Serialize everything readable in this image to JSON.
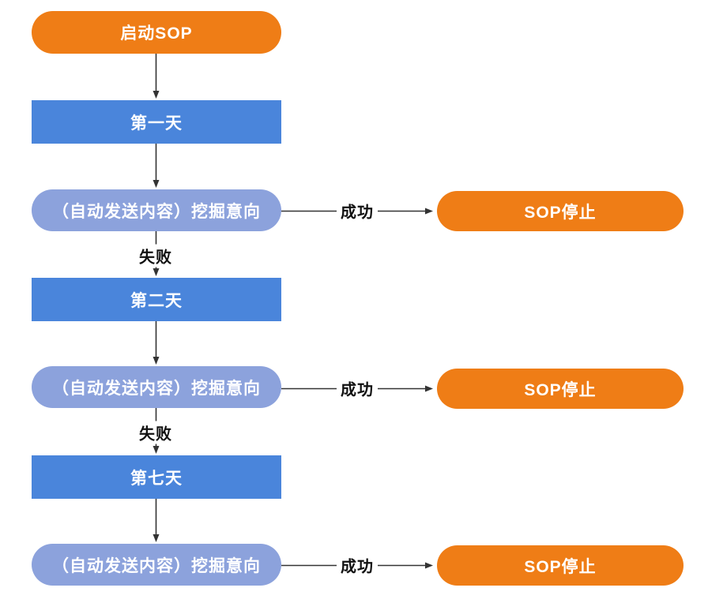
{
  "colors": {
    "orange": "#EF7D16",
    "blue": "#4A85DB",
    "periwinkle": "#8CA2DC",
    "arrow": "#333333",
    "edge_label": "#111111",
    "node_text": "#FFFFFF",
    "background": "#FFFFFF"
  },
  "flowchart": {
    "start_label": "启动SOP",
    "day_labels": [
      "第一天",
      "第二天",
      "第七天"
    ],
    "intent_label": "（自动发送内容）挖掘意向",
    "stop_label": "SOP停止",
    "success_label": "成功",
    "fail_label": "失败"
  }
}
